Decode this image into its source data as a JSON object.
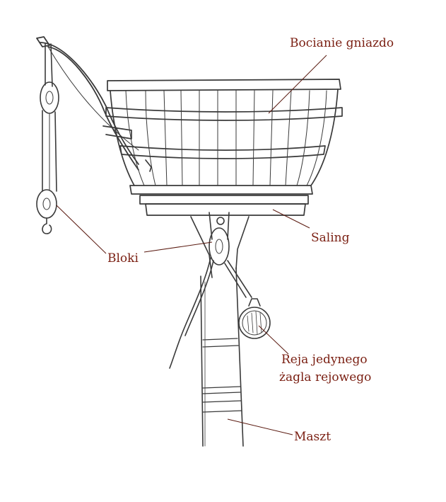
{
  "labels": {
    "crows_nest": "Bocianie gniazdo",
    "trestle": "Saling",
    "blocks": "Bloki",
    "yard_line1": "Reja jedynego",
    "yard_line2": "żagla rejowego",
    "mast": "Maszt"
  },
  "colors": {
    "label_text": "#7a1f12",
    "leader_line": "#5a1a10",
    "drawing_ink": "#3a3a3a"
  }
}
